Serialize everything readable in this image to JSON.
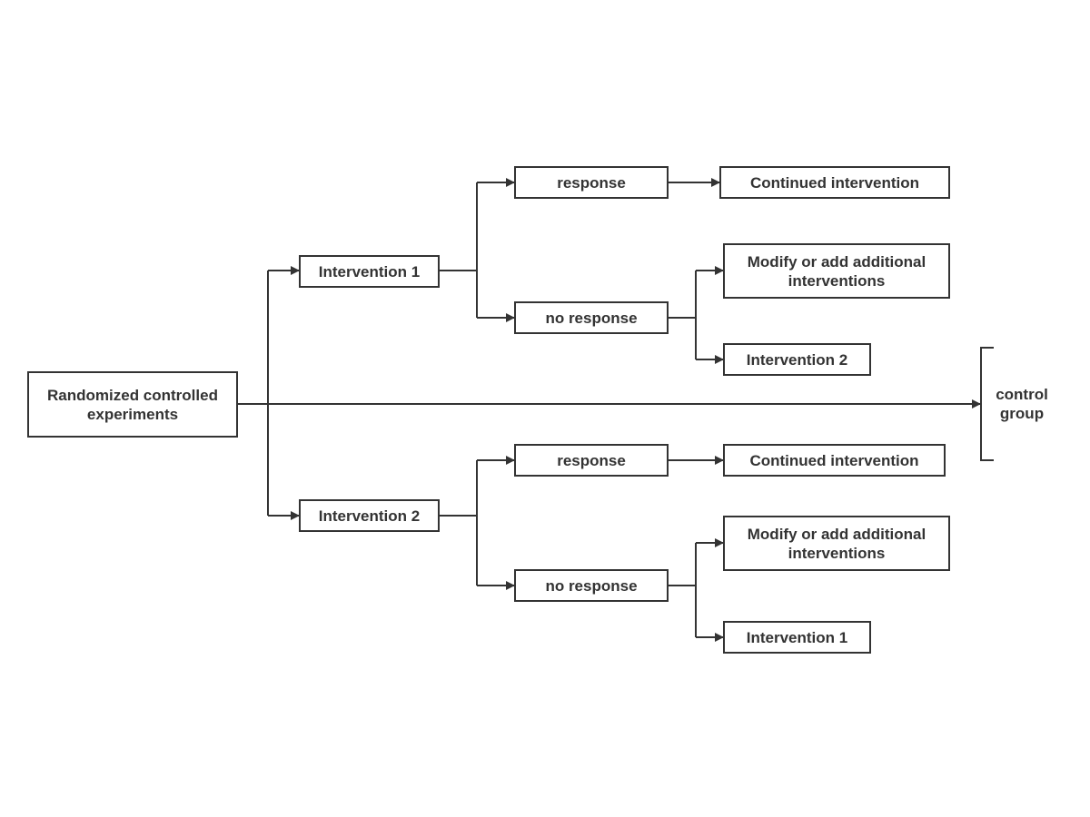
{
  "diagram": {
    "root": {
      "label": "Randomized controlled\nexperiments"
    },
    "arm1": {
      "label": "Intervention 1",
      "response": "response",
      "response_outcome": "Continued intervention",
      "no_response": "no response",
      "no_response_outcome_a": "Modify or add additional\ninterventions",
      "no_response_outcome_b": "Intervention 2"
    },
    "arm2": {
      "label": "Intervention 2",
      "response": "response",
      "response_outcome": "Continued intervention",
      "no_response": "no response",
      "no_response_outcome_a": "Modify or add additional\ninterventions",
      "no_response_outcome_b": "Intervention 1"
    },
    "control": {
      "label": "control\ngroup"
    }
  },
  "colors": {
    "line": "#333333",
    "text": "#333333",
    "background": "#ffffff"
  }
}
